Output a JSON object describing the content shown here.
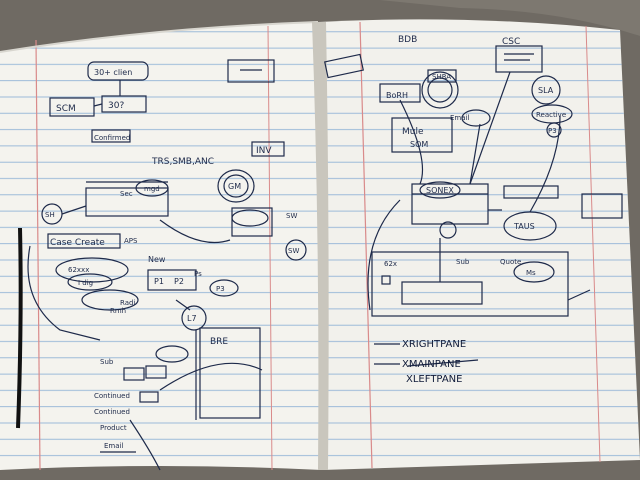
{
  "image": {
    "subject": "open notebook with handwritten diagram notes",
    "colors": {
      "background": "#6f6a63",
      "paper": "#f4f3ee",
      "paper_shadow": "#d8d6cf",
      "ruled_line": "#8fb2d6",
      "margin_line": "#d98a8a",
      "ink": "#1e2a4a"
    }
  },
  "notes": {
    "left_page": {
      "labels": [
        "30+ clien",
        "SCM",
        "30?",
        "Confirmed",
        "TRS,SMB,ANC",
        "INV",
        "Sec",
        "mgd",
        "SH",
        "Case Create",
        "APS",
        "New",
        "P1",
        "P2",
        "Ps",
        "P3",
        "GM",
        "SW",
        "SW",
        "L7",
        "BRE",
        "Sub",
        "Continued",
        "Continued",
        "Product",
        "Email",
        "Rmh",
        "62xxx",
        "I dig",
        "Radi"
      ]
    },
    "right_page": {
      "labels": [
        "BDB",
        "CSC",
        "BoRH",
        "SHRA",
        "Mule",
        "SOM",
        "SLA",
        "Reactive",
        "P3",
        "SONEX",
        "TAUS",
        "62x",
        "Sub",
        "Quote",
        "Ms",
        "Email"
      ],
      "legend": [
        "XRIGHTPANE",
        "XMAINPANE",
        "XLEFTPANE"
      ]
    }
  }
}
